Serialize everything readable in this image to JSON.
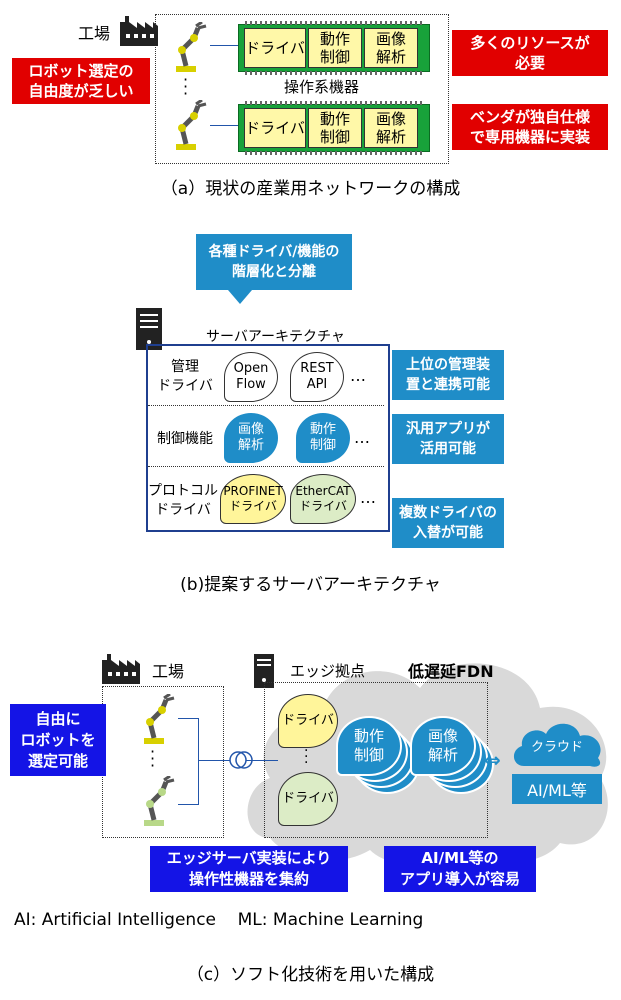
{
  "section_a": {
    "factory_label": "工場",
    "equipment_label": "操作系機器",
    "boards": [
      {
        "driver": "ドライバ",
        "motion": "動作\n制御",
        "image": "画像\n解析"
      },
      {
        "driver": "ドライバ",
        "motion": "動作\n制御",
        "image": "画像\n解析"
      }
    ],
    "callout_robot": "ロボット選定の\n自由度が乏しい",
    "callout_resources": "多くのリソースが\n必要",
    "callout_vendor": "ベンダが独自仕様\nで専用機器に実装",
    "caption": "（a）現状の産業用ネットワークの構成"
  },
  "section_b": {
    "top_callout": "各種ドライバ/機能の\n階層化と分離",
    "server_label": "サーバアーキテクチャ",
    "rows": [
      {
        "label": "管理\nドライバ",
        "items": [
          "Open\nFlow",
          "REST\nAPI"
        ],
        "ellipsis": "…",
        "note": "上位の管理装\n置と連携可能"
      },
      {
        "label": "制御機能",
        "items": [
          "画像\n解析",
          "動作\n制御"
        ],
        "ellipsis": "…",
        "note": "汎用アプリが\n活用可能"
      },
      {
        "label": "プロトコル\nドライバ",
        "items": [
          "PROFINET\nドライバ",
          "EtherCAT\nドライバ"
        ],
        "ellipsis": "…",
        "note": "複数ドライバの\n入替が可能"
      }
    ],
    "caption": "(b)提案するサーバアーキテクチャ"
  },
  "section_c": {
    "factory_label": "工場",
    "edge_label": "エッジ拠点",
    "fdn_label": "低遅延FDN",
    "driver_label_1": "ドライバ",
    "driver_label_2": "ドライバ",
    "motion_label": "動作\n制御",
    "image_label": "画像\n解析",
    "cloud_label": "クラウド",
    "aiml_label": "AI/ML等",
    "callout_free": "自由に\nロボットを\n選定可能",
    "callout_edge": "エッジサーバ実装により\n操作性機器を集約",
    "callout_ai": "AI/ML等の\nアプリ導入が容易",
    "footnote": "AI: Artificial Intelligence    ML: Machine Learning",
    "caption": "（c）ソフト化技術を用いた構成"
  },
  "colors": {
    "red": "#e10000",
    "green": "#18a23a",
    "blue": "#1f8dc8",
    "navy": "#1414e6",
    "yellow": "#fff8a8"
  }
}
